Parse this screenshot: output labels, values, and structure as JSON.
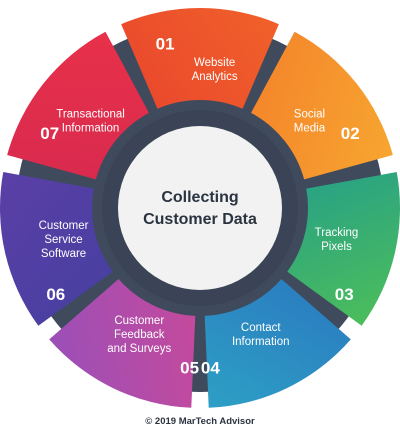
{
  "center": {
    "lines": [
      "Collecting",
      "Customer Data"
    ]
  },
  "segments": [
    {
      "num": "01",
      "label": [
        "Website",
        "Analytics"
      ],
      "color": "#f0602a",
      "color2": "#ea4a2c"
    },
    {
      "num": "02",
      "label": [
        "Social",
        "Media"
      ],
      "color": "#f7a530",
      "color2": "#f4872b"
    },
    {
      "num": "03",
      "label": [
        "Tracking",
        "Pixels"
      ],
      "color": "#4cbd5b",
      "color2": "#2aa383"
    },
    {
      "num": "04",
      "label": [
        "Contact",
        "Information"
      ],
      "color": "#2d9fc5",
      "color2": "#2b7fc0"
    },
    {
      "num": "05",
      "label": [
        "Customer",
        "Feedback",
        "and Surveys"
      ],
      "color": "#9b4fb8",
      "color2": "#c44a9c"
    },
    {
      "num": "06",
      "label": [
        "Customer",
        "Service",
        "Software"
      ],
      "color": "#5a3fa6",
      "color2": "#4a3fa2"
    },
    {
      "num": "07",
      "label": [
        "Transactional",
        "Information"
      ],
      "color": "#e8314a",
      "color2": "#d92a4e"
    }
  ],
  "colors": {
    "ring": "#3f4a5c",
    "hub_ring": "#3a4456",
    "hub": "#f2f2f2"
  },
  "footer": "© 2019 MarTech Advisor"
}
